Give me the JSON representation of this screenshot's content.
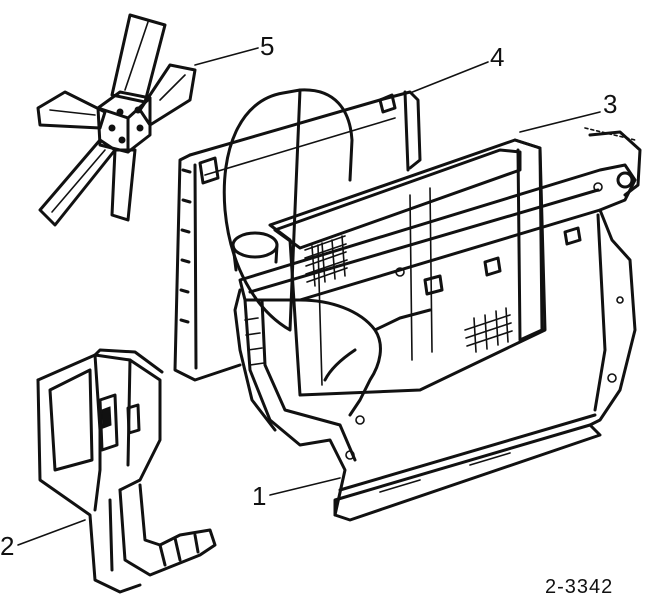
{
  "diagram": {
    "callouts": [
      {
        "id": "1",
        "text": "1"
      },
      {
        "id": "2",
        "text": "2"
      },
      {
        "id": "3",
        "text": "3"
      },
      {
        "id": "4",
        "text": "4"
      },
      {
        "id": "5",
        "text": "5"
      }
    ],
    "figure_code": "2-3342",
    "ink_color": "#111111",
    "background_color": "#ffffff",
    "parts": [
      {
        "callout": "1",
        "part_icon": "radiator-support-frame-icon"
      },
      {
        "callout": "2",
        "part_icon": "side-bracket-icon"
      },
      {
        "callout": "3",
        "part_icon": "radiator-icon"
      },
      {
        "callout": "4",
        "part_icon": "fan-shroud-icon"
      },
      {
        "callout": "5",
        "part_icon": "cooling-fan-icon"
      }
    ]
  }
}
